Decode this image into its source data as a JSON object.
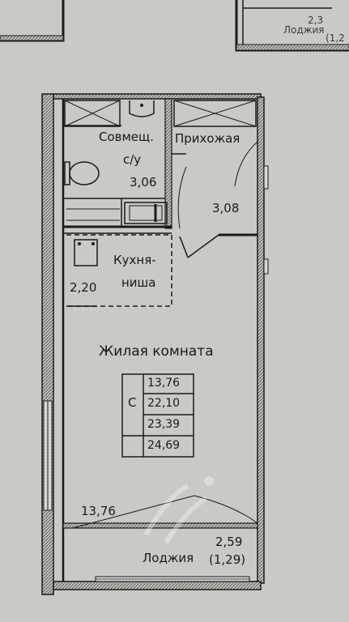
{
  "top_fragment": {
    "left_label": "",
    "right_label_1": "2,3",
    "right_label_2": "Лоджия",
    "right_label_3": "(1,2"
  },
  "rooms": {
    "bathroom": {
      "name_line1": "Совмещ.",
      "name_line2": "с/у",
      "area": "3,06"
    },
    "hallway": {
      "name": "Прихожая",
      "area": "3,08"
    },
    "kitchen": {
      "name_line1": "Кухня-",
      "name_line2": "ниша",
      "area": "2,20"
    },
    "living": {
      "name": "Жилая комната",
      "area": "13,76"
    },
    "loggia": {
      "name": "Лоджия",
      "area": "2,59",
      "area_reduced": "(1,29)"
    }
  },
  "summary_table": {
    "letter": "С",
    "values": [
      "13,76",
      "22,10",
      "23,39",
      "24,69"
    ]
  },
  "colors": {
    "paper": "#c9c9c6",
    "line": "#1a1a1a",
    "hatch": "#3c3c3c"
  }
}
